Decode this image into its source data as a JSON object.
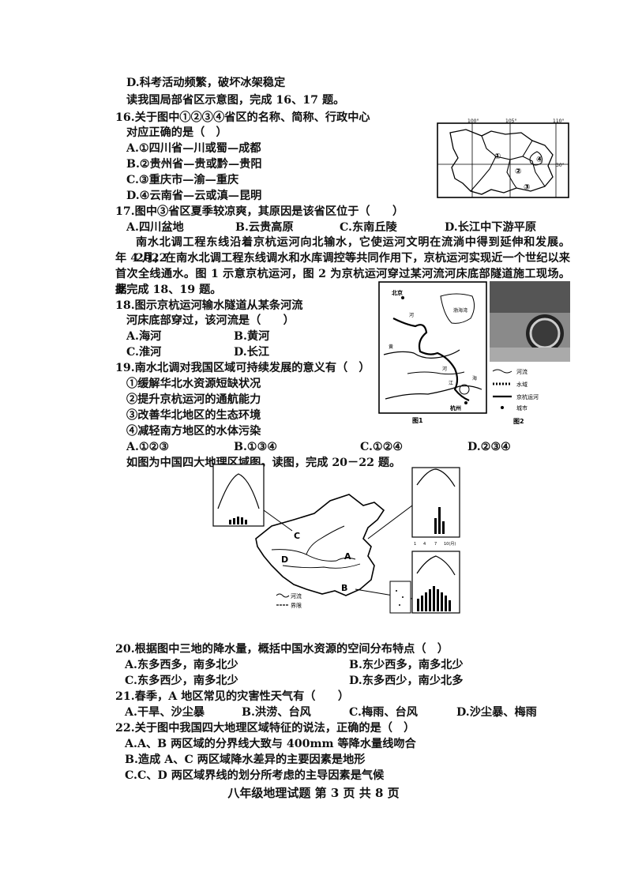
{
  "lines": {
    "q15d": "D.科考活动频繁，破坏冰架稳定",
    "intro16": "读我国局部省区示意图，完成 16、17 题。",
    "q16a": "16.关于图中①②③④省区的名称、简称、行政中心",
    "q16b": "对应正确的是（　）",
    "q16_A": "A.①四川省—川或蜀—成都",
    "q16_B": "B.②贵州省—贵或黔—贵阳",
    "q16_C": "C.③重庆市—渝—重庆",
    "q16_D": "D.④云南省—云或滇—昆明",
    "q17": "17.图中③省区夏季较凉爽，其原因是该省区位于（　　）",
    "q17_A": "A.四川盆地",
    "q17_B": "B.云贵高原",
    "q17_C": "C.东南丘陵",
    "q17_D": "D.长江中下游平原",
    "p1": "南水北调工程东线沿着京杭运河向北输水，它使运河文明在流淌中得到延伸和发展。2022",
    "p2": "年 4 月，在南水北调工程东线调水和水库调控等共同作用下，京杭运河实现近一个世纪以来",
    "p3": "首次全线通水。图 1 示意京杭运河，图 2 为京杭运河穿过某河流河床底部隧道施工现场。据",
    "p4": "此完成 18、19 题。",
    "q18a": "18.图示京杭运河输水隧道从某条河流",
    "q18b": "河床底部穿过，该河流是（　　）",
    "q18_A": "A.海河",
    "q18_B": "B.黄河",
    "q18_C": "C.淮河",
    "q18_D": "D.长江",
    "q19": "19.南水北调对我国区域可持续发展的意义有（　）",
    "q19_1": "①缓解华北水资源短缺状况",
    "q19_2": "②提升京杭运河的通航能力",
    "q19_3": "③改善华北地区的生态环境",
    "q19_4": "④减轻南方地区的水体污染",
    "q19_A": "A.①②③",
    "q19_B": "B.①③④",
    "q19_C": "C.①②④",
    "q19_D": "D.②③④",
    "intro20": "如图为中国四大地理区域图。读图，完成 20－22 题。",
    "q20": "20.根据图中三地的降水量，概括中国水资源的空间分布特点（　）",
    "q20_A": "A.东多西多，南多北少",
    "q20_B": "B.东少西多，南多北少",
    "q20_C": "C.东多西少，南多北少",
    "q20_D": "D.东多西少，南少北多",
    "q21": "21.春季，A 地区常见的灾害性天气有（　　）",
    "q21_A": "A.干旱、沙尘暴",
    "q21_B": "B.洪涝、台风",
    "q21_C": "C.梅雨、台风",
    "q21_D": "D.沙尘暴、梅雨",
    "q22": "22.关于图中我国四大地理区域特征的说法，正确的是（　）",
    "q22_A": "A.A、B 两区域的分界线大致与 400mm 等降水量线吻合",
    "q22_B": "B.造成 A、C 两区域降水差异的主要因素是地形",
    "q22_C": "C.C、D 两区域界线的划分所考虑的主导因素是气候"
  },
  "map1": {
    "lon_labels": [
      "100°",
      "105°",
      "110°"
    ],
    "lat_label": "30°",
    "province_marks": [
      "①",
      "②",
      "③",
      "④"
    ]
  },
  "canal_map": {
    "city_beijing": "北京",
    "city_hangzhou": "杭州",
    "label_river_a": "河",
    "label_river_b": "黄",
    "label_river_c": "河",
    "label_jiang": "江",
    "label_hai": "海",
    "label_sea": "渤海湾",
    "fig1_label": "图1",
    "fig2_label": "图2",
    "legend": [
      "河流",
      "水域",
      "京杭运河",
      "城市"
    ]
  },
  "region_map": {
    "regions": [
      "A",
      "B",
      "C",
      "D"
    ],
    "legend": [
      "河流",
      "界限"
    ],
    "climate_ticks": [
      "1",
      "4",
      "7",
      "10(月)"
    ]
  },
  "footer": "八年级地理试题 第 3 页 共 8 页"
}
